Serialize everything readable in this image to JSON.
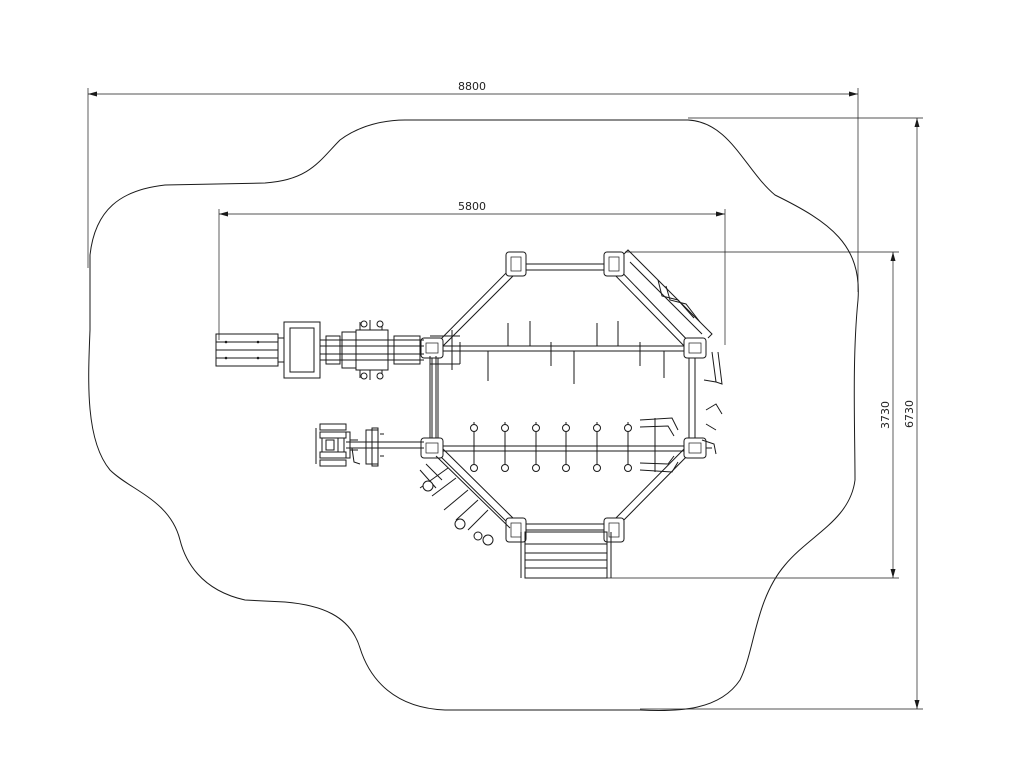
{
  "dimensions": {
    "overall_width": "8800",
    "structure_width": "5800",
    "structure_depth": "3730",
    "overall_depth": "6730"
  },
  "colors": {
    "line": "#1a1a1a",
    "text": "#222222",
    "background": "#ffffff"
  }
}
